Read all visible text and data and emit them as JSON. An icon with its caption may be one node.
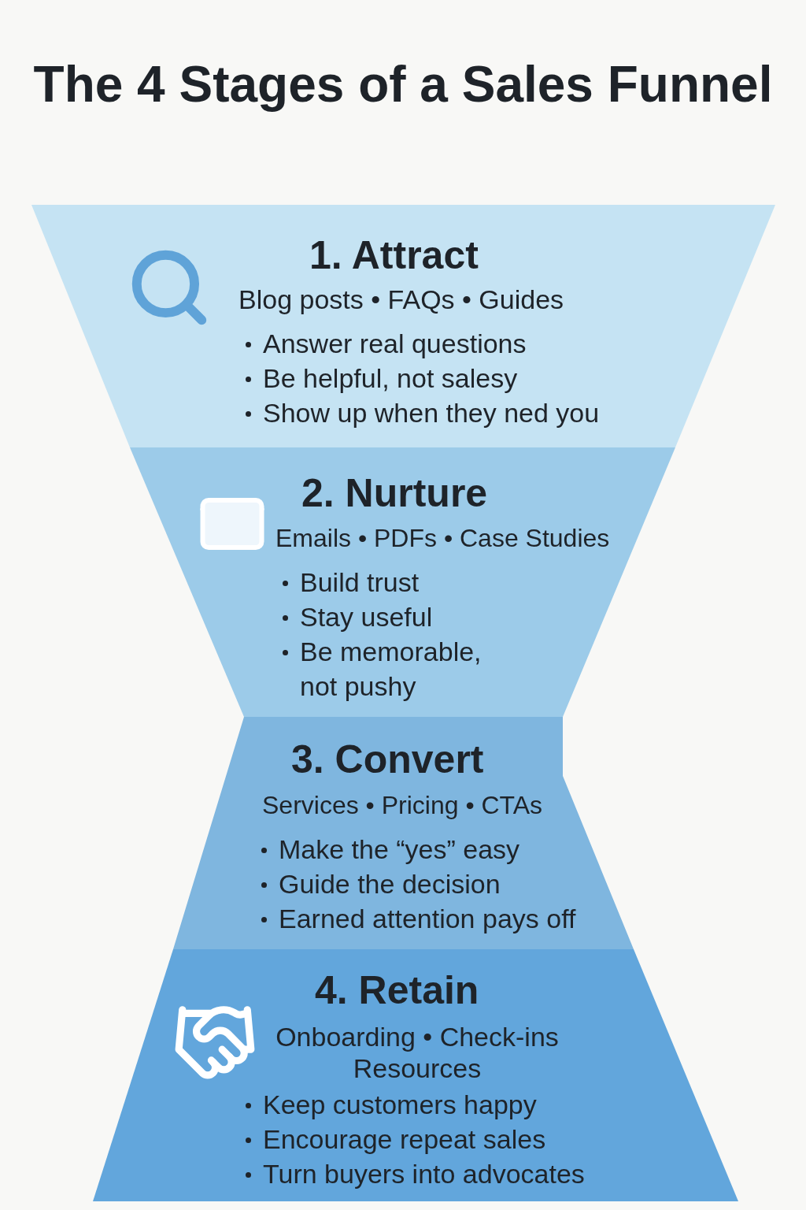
{
  "diagram": {
    "title": "The 4 Stages of a Sales Funnel",
    "nodes": [
      {
        "text": [
          "1. Attract",
          "Blog posts • FAQs • Guides",
          "Answer real questions",
          "Be helpful, not salesy",
          "Show up when they ned you"
        ]
      },
      {
        "text": [
          "2. Nurture",
          "Emails • PDFs • Case Studies",
          "Build trust",
          "Stay useful",
          "Be memorable, not pushy"
        ]
      },
      {
        "text": [
          "3. Convert",
          "Services • Pricing • CTAs",
          "Make the “yes” easy",
          "Guide the decision",
          "Earned attention pays off"
        ]
      },
      {
        "text": [
          "4. Retain",
          "Onboarding • Check-ins Resources",
          "Keep customers happy",
          "Encourage repeat sales",
          "Turn buyers into advocates"
        ]
      }
    ],
    "edges": []
  }
}
